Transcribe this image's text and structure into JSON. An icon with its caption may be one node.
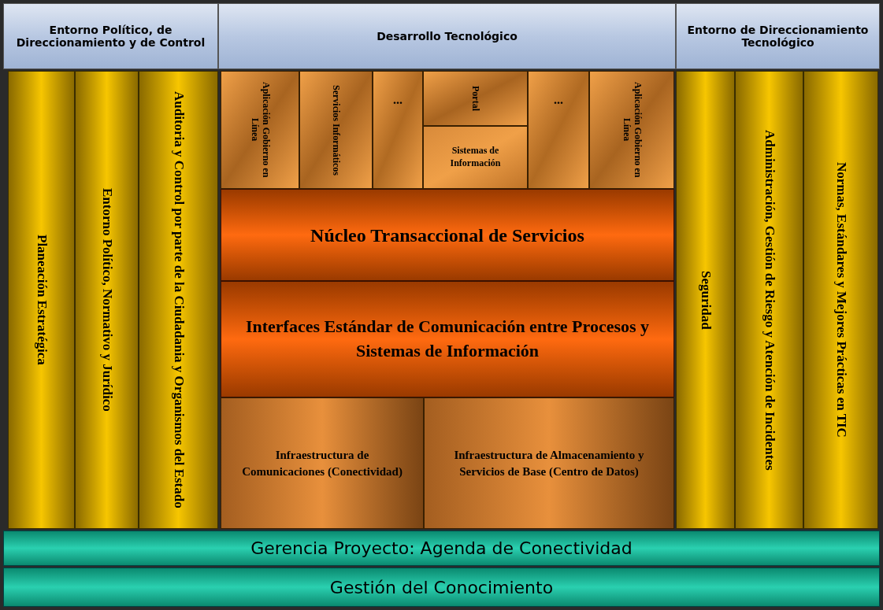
{
  "diagram": {
    "nodes": [
      {
        "text": [
          "Entorno Político, de Direccionamiento y de Control"
        ]
      },
      {
        "text": [
          "Desarrollo Tecnológico"
        ]
      },
      {
        "text": [
          "Entorno de Direccionamiento Tecnológico"
        ]
      },
      {
        "text": [
          "Planeación Estratégica"
        ]
      },
      {
        "text": [
          "Entorno Político, Normativo y Jurídico"
        ]
      },
      {
        "text": [
          "Auditoria y Control por parte de la Ciudadania y Organismos del Estado"
        ]
      },
      {
        "text": [
          "Aplicación Gobierno en Línea"
        ]
      },
      {
        "text": [
          "Servicios Informáticos"
        ]
      },
      {
        "text": [
          "..."
        ]
      },
      {
        "text": [
          "Portal"
        ]
      },
      {
        "text": [
          "Sistemas de Información"
        ]
      },
      {
        "text": [
          "..."
        ]
      },
      {
        "text": [
          "Aplicación Gobierno en Línea"
        ]
      },
      {
        "text": [
          "Núcleo Transaccional de Servicios"
        ]
      },
      {
        "text": [
          "Interfaces Estándar de Comunicación entre Procesos y Sistemas de Información"
        ]
      },
      {
        "text": [
          "Infraestructura de Comunicaciones (Conectividad)"
        ]
      },
      {
        "text": [
          "Infraestructura de Almacenamiento y Servicios de Base (Centro de Datos)"
        ]
      },
      {
        "text": [
          "Seguridad"
        ]
      },
      {
        "text": [
          "Administración, Gestión de Riesgo y Atención de Incidentes"
        ]
      },
      {
        "text": [
          "Normas, Estándares y Mejores Prácticas en TIC"
        ]
      },
      {
        "text": [
          "Gerencia Proyecto: Agenda de Conectividad"
        ]
      },
      {
        "text": [
          "Gestión del Conocimiento"
        ]
      }
    ]
  }
}
